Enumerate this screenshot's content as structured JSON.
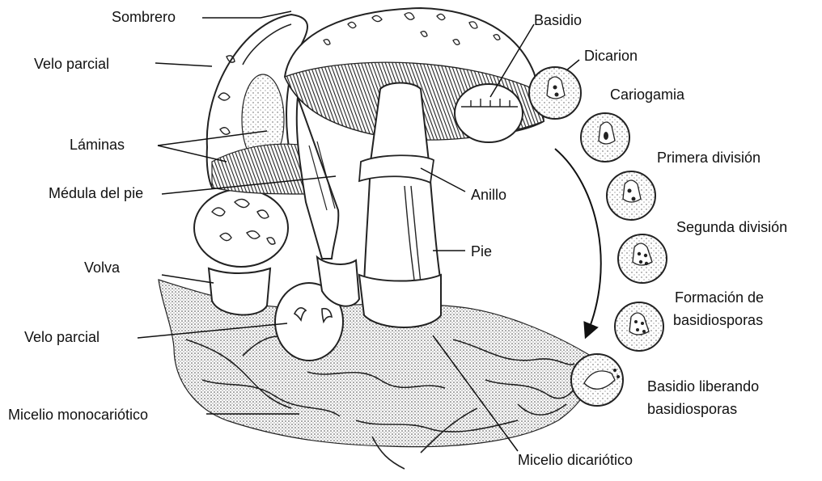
{
  "diagram": {
    "labels": {
      "sombrero": "Sombrero",
      "velo_parcial_top": "Velo parcial",
      "laminas": "Láminas",
      "medula_del_pie": "Médula del pie",
      "volva": "Volva",
      "velo_parcial_bottom": "Velo parcial",
      "micelio_monocariotico": "Micelio monocariótico",
      "micelio_dicariotico": "Micelio dicariótico",
      "basidio": "Basidio",
      "anillo": "Anillo",
      "pie": "Pie"
    },
    "stages": {
      "dicarion": "Dicarion",
      "cariogamia": "Cariogamia",
      "primera_division": "Primera división",
      "segunda_division": "Segunda división",
      "formacion_line1": "Formación de",
      "formacion_line2": "basidiosporas",
      "liberando_line1": "Basidio liberando",
      "liberando_line2": "basidiosporas"
    }
  }
}
